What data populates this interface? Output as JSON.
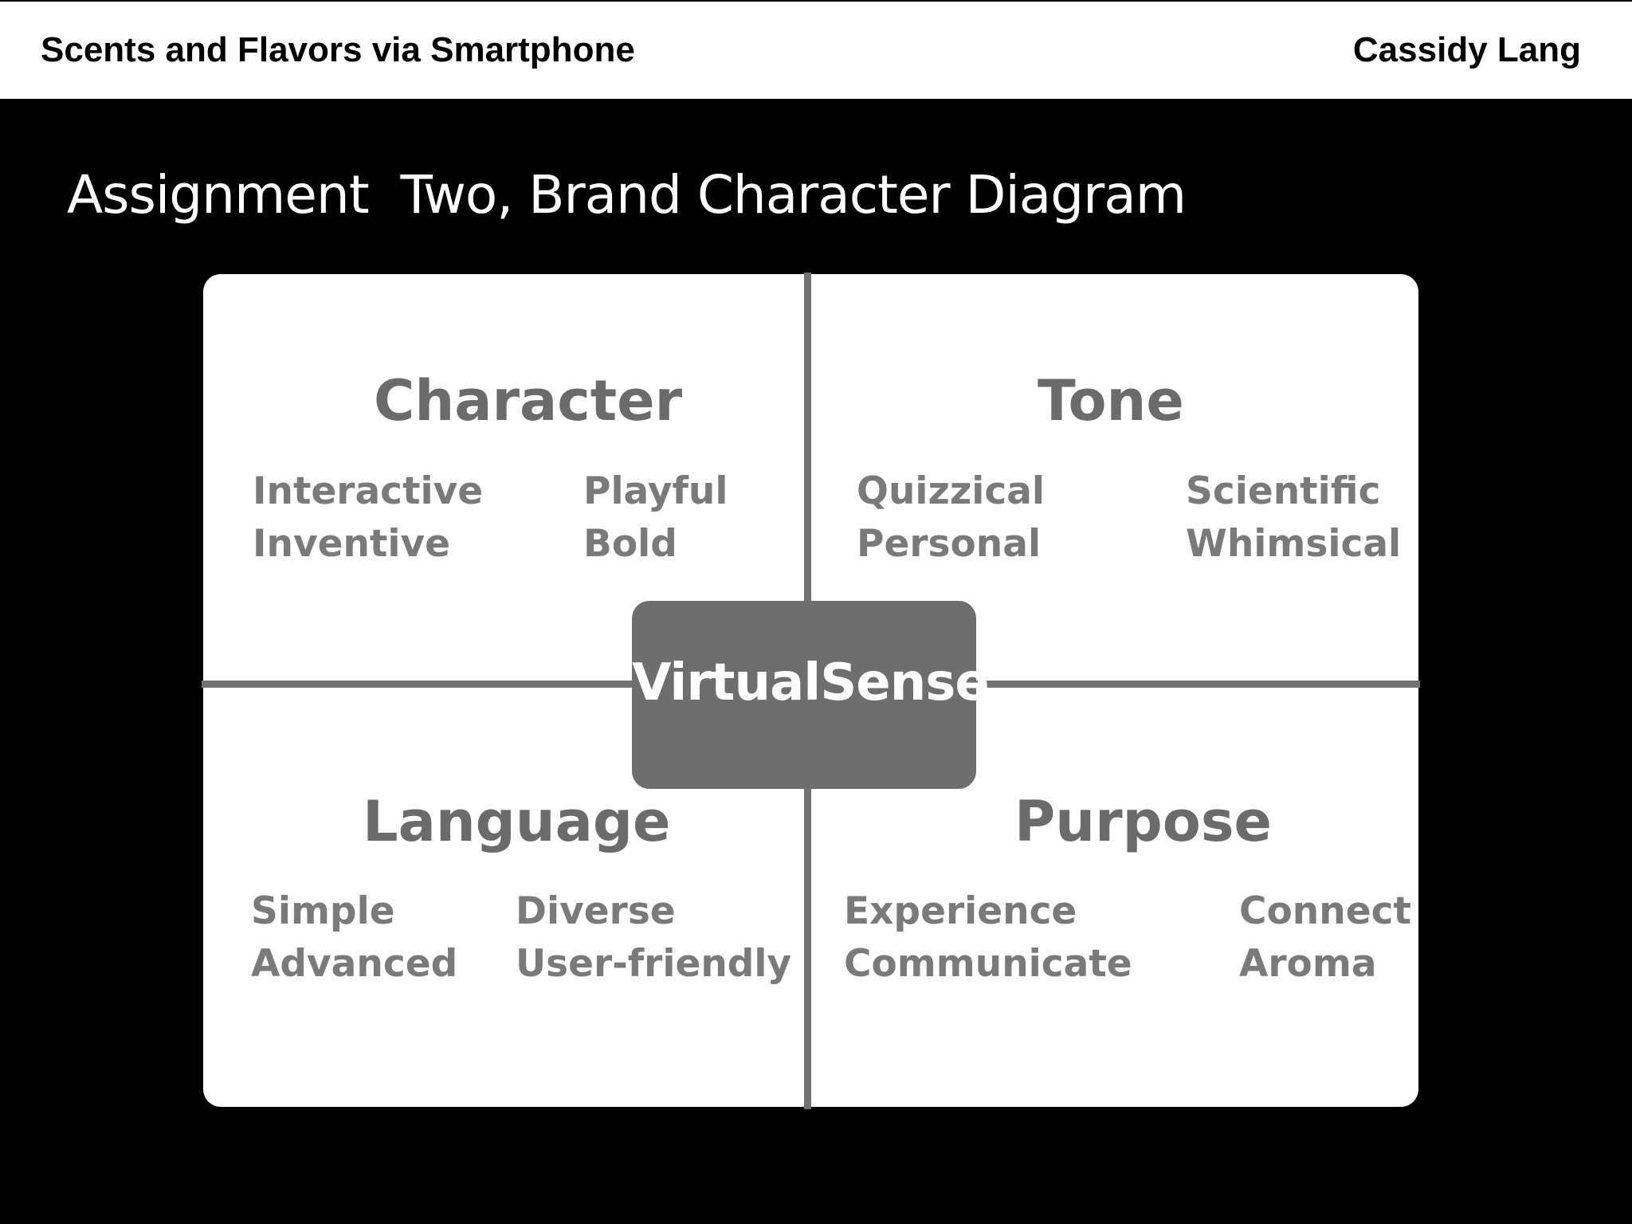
{
  "header": {
    "title": "Scents and Flavors via Smartphone",
    "author": "Cassidy Lang"
  },
  "slide": {
    "title": "Assignment  Two, Brand Character Diagram"
  },
  "diagram": {
    "center": "VirtualSense",
    "character": {
      "heading": "Character",
      "col1": [
        "Interactive",
        "Inventive"
      ],
      "col2": [
        "Playful",
        "Bold"
      ]
    },
    "tone": {
      "heading": "Tone",
      "col1": [
        "Quizzical",
        "Personal"
      ],
      "col2": [
        "Scientific",
        "Whimsical"
      ]
    },
    "language": {
      "heading": "Language",
      "col1": [
        "Simple",
        "Advanced"
      ],
      "col2": [
        "Diverse",
        "User-friendly"
      ]
    },
    "purpose": {
      "heading": "Purpose",
      "col1": [
        "Experience",
        "Communicate"
      ],
      "col2": [
        "Connect",
        "Aroma"
      ]
    }
  }
}
